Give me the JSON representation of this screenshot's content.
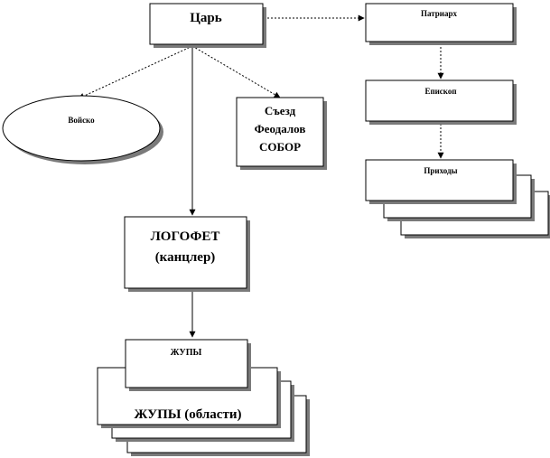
{
  "nodes": {
    "tsar": "Царь",
    "patriarch": "Патриарх",
    "bishop": "Епископ",
    "parishes": "Приходы",
    "army": "Войско",
    "sobor": [
      "Съезд",
      "Феодалов",
      "СОБОР"
    ],
    "logothete": [
      "ЛОГОФЕТ",
      "(канцлер)"
    ],
    "zhupy_top": "ЖУПЫ",
    "zhupy_regions": "ЖУПЫ (области)"
  }
}
